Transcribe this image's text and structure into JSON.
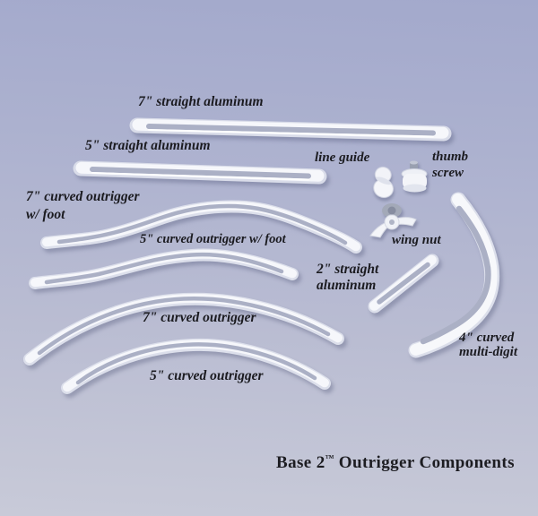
{
  "photo": {
    "caption": {
      "brand": "Base 2",
      "trademark": "™",
      "rest": " Outrigger Components"
    },
    "background": {
      "top_color": "#a3a9cc",
      "bottom_color": "#c8cad8"
    },
    "metal_color": "#f5f6fa",
    "slot_color": "#abb0c5",
    "label_color": "#1b1b20",
    "labels": {
      "straight7": "7\" straight aluminum",
      "straight5": "5\" straight aluminum",
      "line_guide": "line guide",
      "thumb_l1": "thumb",
      "thumb_l2": "screw",
      "curved7foot_l1": "7\" curved outrigger",
      "curved7foot_l2": "w/ foot",
      "curved5foot": "5\" curved outrigger w/ foot",
      "wing_nut": "wing nut",
      "straight2_l1": "2\" straight",
      "straight2_l2": "aluminum",
      "curved4_l1": "4\" curved",
      "curved4_l2": "multi-digit",
      "curved7": "7\" curved outrigger",
      "curved5": "5\" curved outrigger"
    }
  }
}
